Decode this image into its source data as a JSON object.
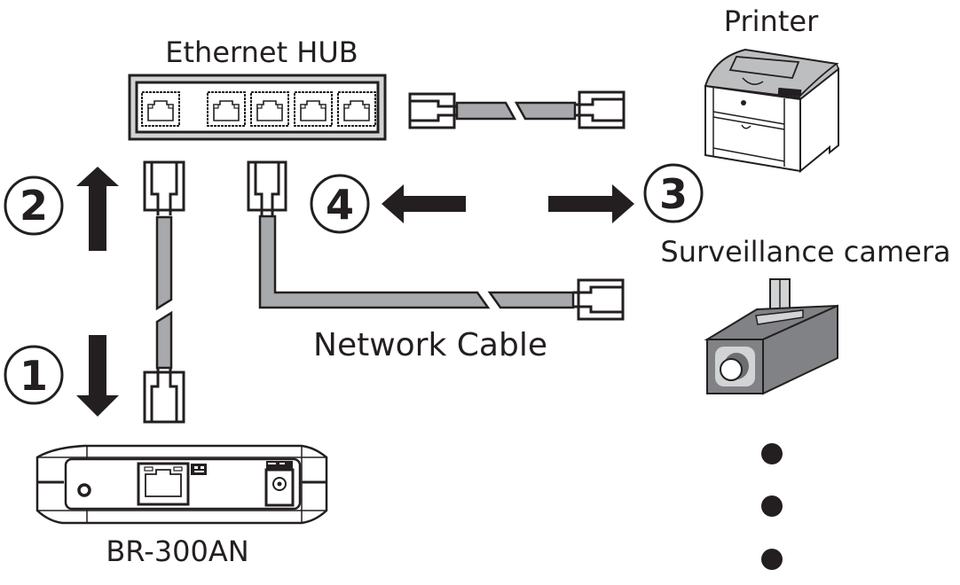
{
  "diagram": {
    "labels": {
      "hub": "Ethernet HUB",
      "printer": "Printer",
      "camera": "Surveillance camera",
      "cable": "Network Cable",
      "device": "BR-300AN"
    },
    "steps": [
      {
        "number": "1",
        "direction": "down",
        "meaning": "connect cable to BR-300AN"
      },
      {
        "number": "2",
        "direction": "up",
        "meaning": "connect cable to Ethernet HUB"
      },
      {
        "number": "3",
        "direction": "right",
        "meaning": "connect network devices"
      },
      {
        "number": "4",
        "direction": "left",
        "meaning": "connect cable to Ethernet HUB"
      }
    ],
    "hub_port_count": 5,
    "more_devices_indicator": "ellipsis-dots",
    "colors": {
      "ink": "#231f20",
      "cable_gray": "#a7a9ac",
      "printer_top": "#bcbec0",
      "camera_body": "#808285",
      "camera_lens_ring": "#d1d3d4",
      "hub_frame": "#d1d3d4"
    }
  }
}
